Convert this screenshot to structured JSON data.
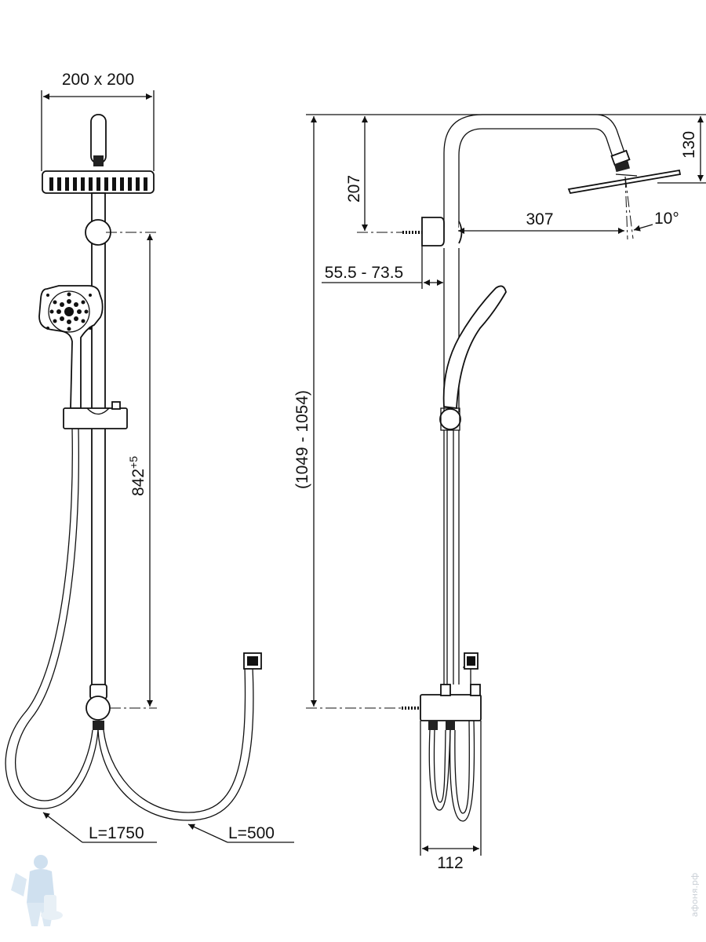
{
  "dimensions": {
    "head_size": "200 x 200",
    "rail_height": "842",
    "rail_tolerance": "+5",
    "total_height": "(1049 - 1054)",
    "head_drop": "207",
    "arm_reach": "307",
    "head_height": "130",
    "tilt_angle": "10°",
    "wall_offset": "55.5 - 73.5",
    "base_width": "112",
    "hose_long": "L=1750",
    "hose_short": "L=500"
  },
  "watermark": {
    "text": "афоня.рф"
  }
}
